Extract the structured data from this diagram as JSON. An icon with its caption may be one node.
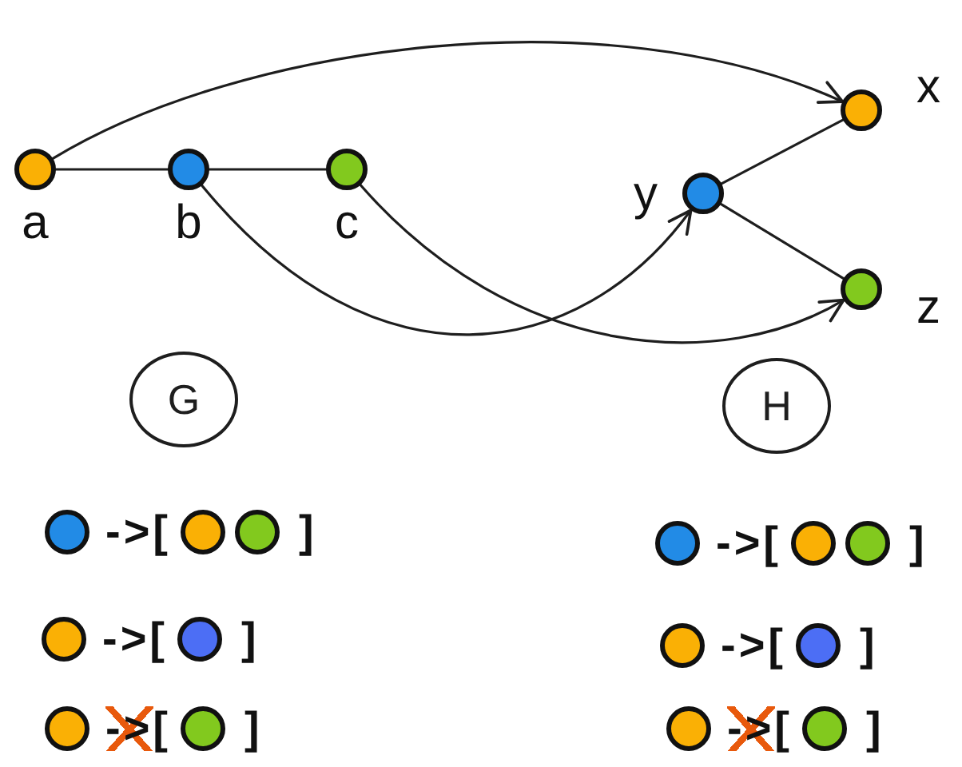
{
  "diagram": {
    "nodes": [
      {
        "text": [],
        "shape": "circle",
        "beside": [
          "a"
        ]
      },
      {
        "text": [],
        "shape": "circle",
        "beside": [
          "b"
        ]
      },
      {
        "text": [],
        "shape": "circle",
        "beside": [
          "c"
        ]
      },
      {
        "text": [],
        "shape": "circle",
        "beside": [
          "x"
        ]
      },
      {
        "text": [],
        "shape": "circle",
        "beside": [
          "y"
        ]
      },
      {
        "text": [],
        "shape": "circle",
        "beside": [
          "z"
        ]
      },
      {
        "text": [
          "G"
        ]
      },
      {
        "text": [
          "H"
        ]
      }
    ],
    "edges": [
      {
        "from": 0,
        "to": 1,
        "arrow": "none"
      },
      {
        "from": 1,
        "to": 2,
        "arrow": "none"
      },
      {
        "from": 4,
        "to": 3,
        "arrow": "none"
      },
      {
        "from": 4,
        "to": 5,
        "arrow": "none"
      },
      {
        "from": 0,
        "to": 3,
        "arrow": "to"
      },
      {
        "from": 1,
        "to": 4,
        "arrow": "to"
      },
      {
        "from": 2,
        "to": 5,
        "arrow": "to"
      }
    ],
    "labels": [
      "->[",
      "]",
      "->[",
      "]",
      "->[",
      "]",
      "->[",
      "]",
      "->[",
      "]",
      "->[",
      "]"
    ]
  }
}
